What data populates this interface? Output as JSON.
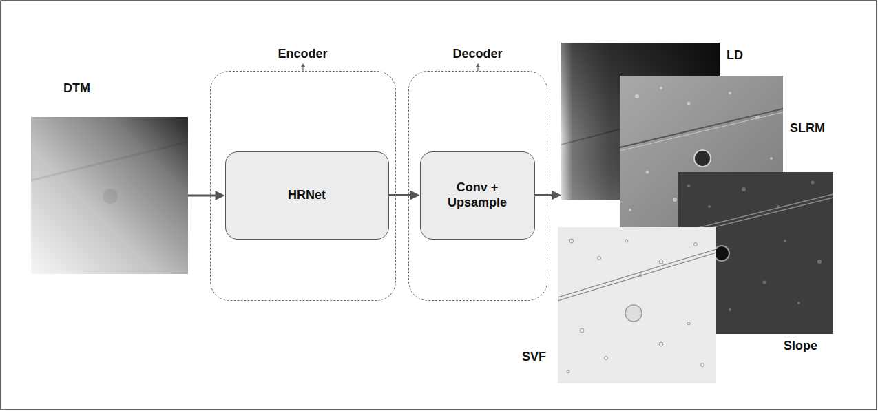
{
  "diagram": {
    "nodes": [
      {
        "text": [
          "DTM"
        ]
      },
      {
        "text": [
          "Encoder"
        ]
      },
      {
        "text": [
          "HRNet"
        ],
        "in": 1
      },
      {
        "text": [
          "Decoder"
        ]
      },
      {
        "text": [
          "Conv + Upsample"
        ],
        "in": 3
      },
      {
        "text": [
          "LD"
        ]
      },
      {
        "text": [
          "SLRM"
        ]
      },
      {
        "text": [
          "Slope"
        ]
      },
      {
        "text": [
          "SVF"
        ]
      }
    ],
    "edges": [
      {
        "from": 0,
        "to": 2,
        "arrow": "to"
      },
      {
        "from": 2,
        "to": 4,
        "arrow": "to"
      },
      {
        "from": 4,
        "to": 5,
        "arrow": "to"
      }
    ]
  }
}
